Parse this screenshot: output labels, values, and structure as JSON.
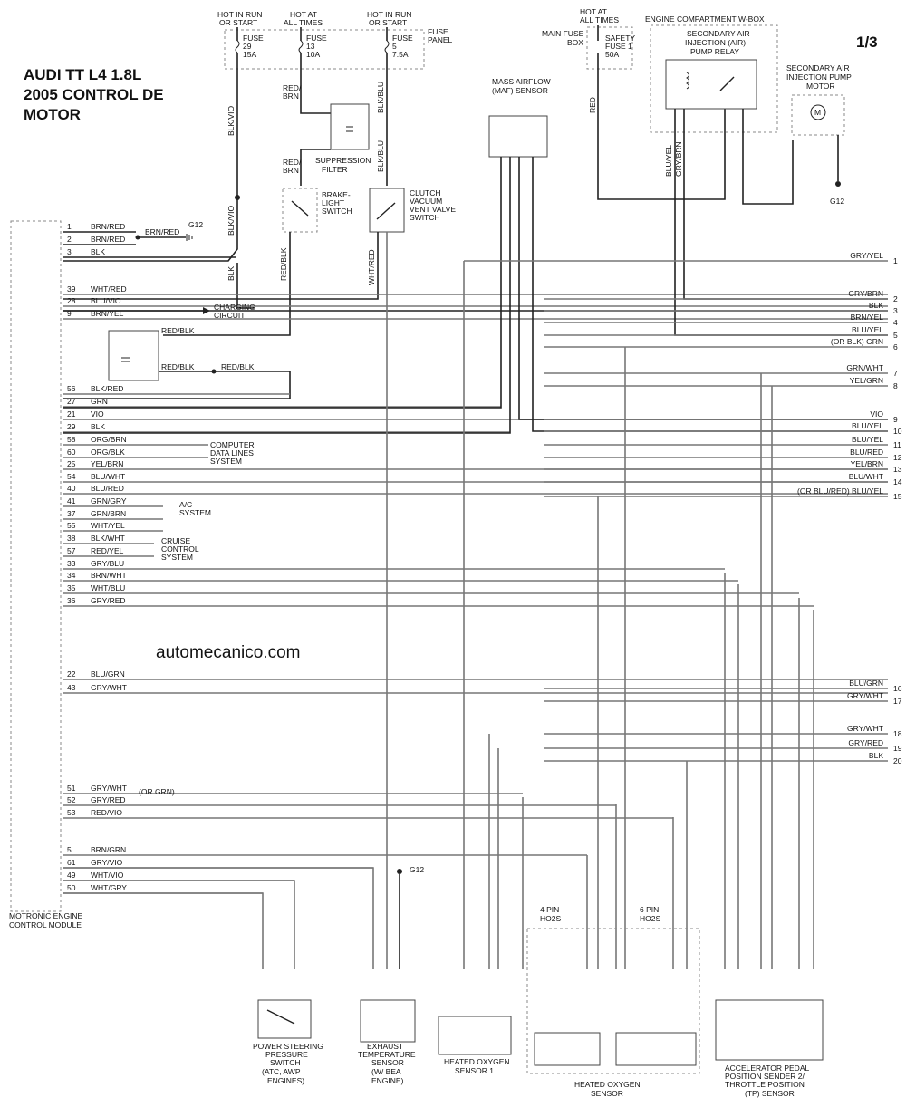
{
  "title": {
    "line1": "AUDI TT L4 1.8L",
    "line2": "2005 CONTROL DE",
    "line3": "MOTOR"
  },
  "page_number": "1/3",
  "watermark": "automecanico.com",
  "fuse_panel": {
    "label1": "FUSE",
    "label2": "PANEL",
    "hot1_a": "HOT IN RUN",
    "hot1_b": "OR START",
    "hot2_a": "HOT AT",
    "hot2_b": "ALL TIMES",
    "hot3_a": "HOT IN RUN",
    "hot3_b": "OR START",
    "fuse_word": "FUSE",
    "f1_num": "29",
    "f1_amp": "15A",
    "f2_num": "13",
    "f2_amp": "10A",
    "f3_num": "5",
    "f3_amp": "7.5A"
  },
  "main_fuse": {
    "hot_a": "HOT AT",
    "hot_b": "ALL TIMES",
    "box_a": "MAIN FUSE",
    "box_b": "BOX",
    "f_a": "SAFETY",
    "f_b": "FUSE 1",
    "f_c": "50A"
  },
  "wbox": {
    "title": "ENGINE COMPARTMENT W-BOX",
    "relay_a": "SECONDARY AIR",
    "relay_b": "INJECTION (AIR)",
    "relay_c": "PUMP RELAY"
  },
  "pump_motor": {
    "a": "SECONDARY AIR",
    "b": "INJECTION PUMP",
    "c": "MOTOR"
  },
  "maf": {
    "a": "MASS AIRFLOW",
    "b": "(MAF) SENSOR"
  },
  "suppression": {
    "a": "SUPPRESSION",
    "b": "FILTER"
  },
  "brake_switch": {
    "a": "BRAKE-",
    "b": "LIGHT",
    "c": "SWITCH"
  },
  "clutch_switch": {
    "a": "CLUTCH",
    "b": "VACUUM",
    "c": "VENT VALVE",
    "d": "SWITCH"
  },
  "g12": "G12",
  "ecm": {
    "a": "MOTRONIC ENGINE",
    "b": "CONTROL MODULE"
  },
  "left_pins": [
    {
      "n": "1",
      "c": "BRN/RED"
    },
    {
      "n": "2",
      "c": "BRN/RED"
    },
    {
      "n": "3",
      "c": "BLK"
    },
    {
      "n": "39",
      "c": "WHT/RED"
    },
    {
      "n": "28",
      "c": "BLU/VIO"
    },
    {
      "n": "9",
      "c": "BRN/YEL"
    },
    {
      "n": "56",
      "c": "BLK/RED"
    },
    {
      "n": "27",
      "c": "GRN"
    },
    {
      "n": "21",
      "c": "VIO"
    },
    {
      "n": "29",
      "c": "BLK"
    },
    {
      "n": "58",
      "c": "ORG/BRN"
    },
    {
      "n": "60",
      "c": "ORG/BLK"
    },
    {
      "n": "25",
      "c": "YEL/BRN"
    },
    {
      "n": "54",
      "c": "BLU/WHT"
    },
    {
      "n": "40",
      "c": "BLU/RED"
    },
    {
      "n": "41",
      "c": "GRN/GRY"
    },
    {
      "n": "37",
      "c": "GRN/BRN"
    },
    {
      "n": "55",
      "c": "WHT/YEL"
    },
    {
      "n": "38",
      "c": "BLK/WHT"
    },
    {
      "n": "57",
      "c": "RED/YEL"
    },
    {
      "n": "33",
      "c": "GRY/BLU"
    },
    {
      "n": "34",
      "c": "BRN/WHT"
    },
    {
      "n": "35",
      "c": "WHT/BLU"
    },
    {
      "n": "36",
      "c": "GRY/RED"
    },
    {
      "n": "22",
      "c": "BLU/GRN"
    },
    {
      "n": "43",
      "c": "GRY/WHT"
    },
    {
      "n": "51",
      "c": "GRY/WHT"
    },
    {
      "n": "52",
      "c": "GRY/RED"
    },
    {
      "n": "53",
      "c": "RED/VIO"
    },
    {
      "n": "5",
      "c": "BRN/GRN"
    },
    {
      "n": "61",
      "c": "GRY/VIO"
    },
    {
      "n": "49",
      "c": "WHT/VIO"
    },
    {
      "n": "50",
      "c": "WHT/GRY"
    }
  ],
  "right_pins": [
    {
      "n": "1",
      "c": "GRY/YEL"
    },
    {
      "n": "2",
      "c": "GRY/BRN"
    },
    {
      "n": "3",
      "c": "BLK"
    },
    {
      "n": "4",
      "c": "BRN/YEL"
    },
    {
      "n": "5",
      "c": "BLU/YEL"
    },
    {
      "n": "6",
      "c": "(OR BLK)  GRN"
    },
    {
      "n": "7",
      "c": "GRN/WHT"
    },
    {
      "n": "8",
      "c": "YEL/GRN"
    },
    {
      "n": "9",
      "c": "VIO"
    },
    {
      "n": "10",
      "c": "BLU/YEL"
    },
    {
      "n": "11",
      "c": "BLU/YEL"
    },
    {
      "n": "12",
      "c": "BLU/RED"
    },
    {
      "n": "13",
      "c": "YEL/BRN"
    },
    {
      "n": "14",
      "c": "BLU/WHT"
    },
    {
      "n": "15",
      "c": "(OR BLU/RED) BLU/YEL"
    },
    {
      "n": "16",
      "c": "BLU/GRN"
    },
    {
      "n": "17",
      "c": "GRY/WHT"
    },
    {
      "n": "18",
      "c": "GRY/WHT"
    },
    {
      "n": "19",
      "c": "GRY/RED"
    },
    {
      "n": "20",
      "c": "BLK"
    }
  ],
  "systems": {
    "charging_a": "CHARGING",
    "charging_b": "CIRCUIT",
    "data_a": "COMPUTER",
    "data_b": "DATA LINES",
    "data_c": "SYSTEM",
    "ac_a": "A/C",
    "ac_b": "SYSTEM",
    "cruise_a": "CRUISE",
    "cruise_b": "CONTROL",
    "cruise_c": "SYSTEM"
  },
  "misc_labels": {
    "red_blk": "RED/BLK",
    "brn_red": "BRN/RED",
    "blk_vio": "BLK/VIO",
    "blk": "BLK",
    "red_brn": "RED/",
    "brn": "BRN",
    "blk_blu": "BLK/BLU",
    "red_blk2": "RED/BLK",
    "wht_red": "WHT/RED",
    "red": "RED",
    "or_grn": "(OR GRN)"
  },
  "bottom": {
    "ps_a": "POWER STEERING",
    "ps_b": "PRESSURE",
    "ps_c": "SWITCH",
    "ps_d": "(ATC, AWP",
    "ps_e": "ENGINES)",
    "ex_a": "EXHAUST",
    "ex_b": "TEMPERATURE",
    "ex_c": "SENSOR",
    "ex_d": "(W/ BEA",
    "ex_e": "ENGINE)",
    "ho1_a": "HEATED OXYGEN",
    "ho1_b": "SENSOR 1",
    "ho2_a": "HEATED OXYGEN",
    "ho2_b": "SENSOR",
    "pin4_a": "4 PIN",
    "pin4_b": "HO2S",
    "pin6_a": "6 PIN",
    "pin6_b": "HO2S",
    "app_a": "ACCELERATOR PEDAL",
    "app_b": "POSITION SENDER 2/",
    "app_c": "THROTTLE POSITION",
    "app_d": "(TP) SENSOR"
  }
}
